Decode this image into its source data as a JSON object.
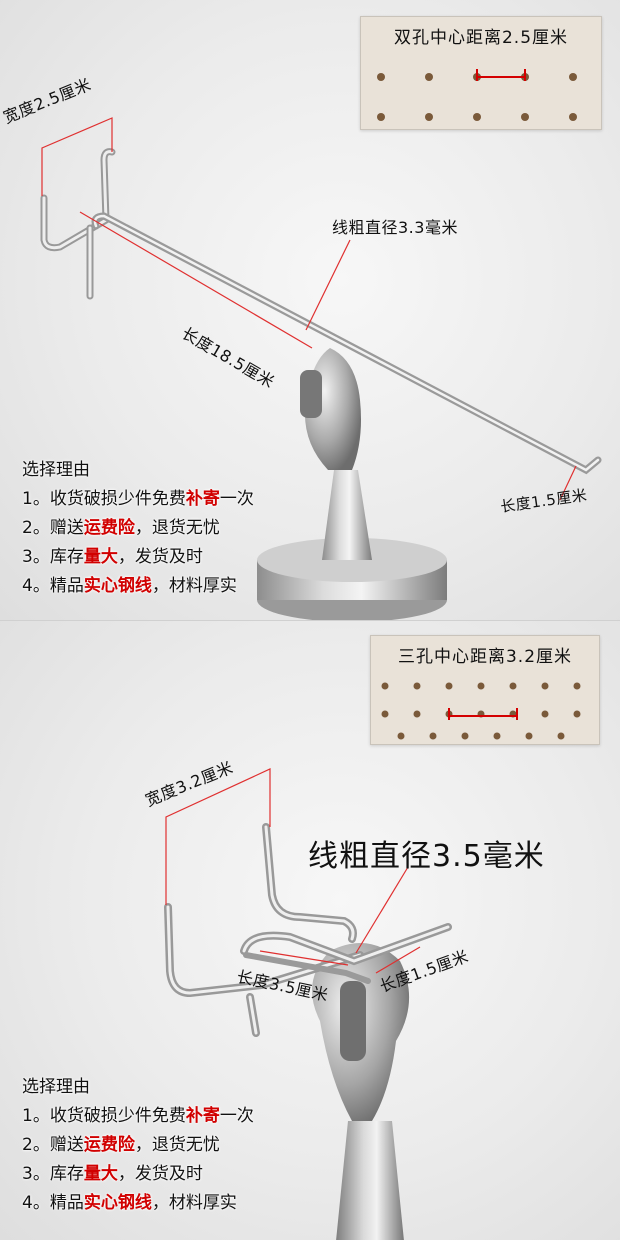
{
  "panel1": {
    "inset_title": "双孔中心距离2.5厘米",
    "width_label": "宽度2.5厘米",
    "wire_label": "线粗直径3.3毫米",
    "length_label": "长度18.5厘米",
    "tip_label": "长度1.5厘米"
  },
  "panel2": {
    "inset_title": "三孔中心距离3.2厘米",
    "width_label": "宽度3.2厘米",
    "wire_label": "线粗直径3.5毫米",
    "length_label": "长度3.5厘米",
    "tip_label": "长度1.5厘米"
  },
  "reasons": {
    "title": "选择理由",
    "items": [
      {
        "num": "1。",
        "pre": "收货破损少件免费",
        "red": "补寄",
        "post": "一次"
      },
      {
        "num": "2。",
        "pre": "赠送",
        "red": "运费险",
        "post": "，退货无忧"
      },
      {
        "num": "3。",
        "pre": "库存",
        "red": "量大",
        "post": "，发货及时"
      },
      {
        "num": "4。",
        "pre": "精品",
        "red": "实心钢线",
        "post": "，材料厚实"
      }
    ]
  },
  "colors": {
    "accent_red": "#d10000",
    "annotation_line": "#e03030"
  }
}
